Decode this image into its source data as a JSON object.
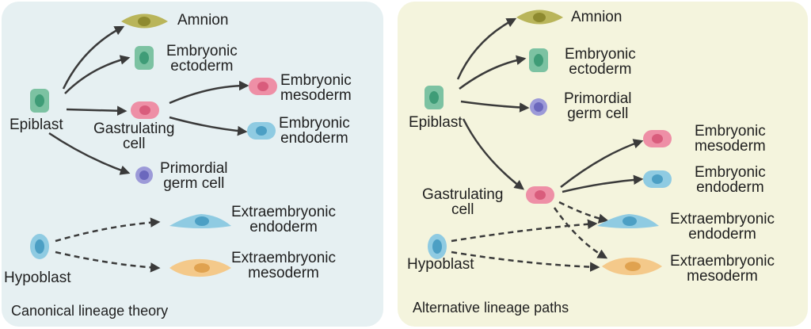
{
  "colors": {
    "left_panel_bg": "#e6f0f2",
    "right_panel_bg": "#f4f4dd",
    "green_cell": "#7cc2a2",
    "pink_cell": "#ee8fa6",
    "blue_cell": "#8fcbe2",
    "purple_cell": "#9c9ad8",
    "olive_cell": "#b9b55a",
    "orange_cell": "#f4c98a",
    "arrow": "#3a3a3a"
  },
  "left": {
    "caption": "Canonical lineage theory",
    "labels": {
      "amnion": "Amnion",
      "embryonic_ectoderm": "Embryonic\nectoderm",
      "epiblast": "Epiblast",
      "gastrulating_cell": "Gastrulating\ncell",
      "embryonic_mesoderm": "Embryonic\nmesoderm",
      "embryonic_endoderm": "Embryonic\nendoderm",
      "primordial_germ_cell": "Primordial\ngerm cell",
      "extraembryonic_endoderm": "Extraembryonic\nendoderm",
      "hypoblast": "Hypoblast",
      "extraembryonic_mesoderm": "Extraembryonic\nmesoderm"
    }
  },
  "right": {
    "caption": "Alternative lineage paths",
    "labels": {
      "amnion": "Amnion",
      "embryonic_ectoderm": "Embryonic\nectoderm",
      "epiblast": "Epiblast",
      "primordial_germ_cell": "Primordial\ngerm cell",
      "embryonic_mesoderm": "Embryonic\nmesoderm",
      "embryonic_endoderm": "Embryonic\nendoderm",
      "gastrulating_cell": "Gastrulating\ncell",
      "extraembryonic_endoderm": "Extraembryonic\nendoderm",
      "hypoblast": "Hypoblast",
      "extraembryonic_mesoderm": "Extraembryonic\nmesoderm"
    }
  }
}
